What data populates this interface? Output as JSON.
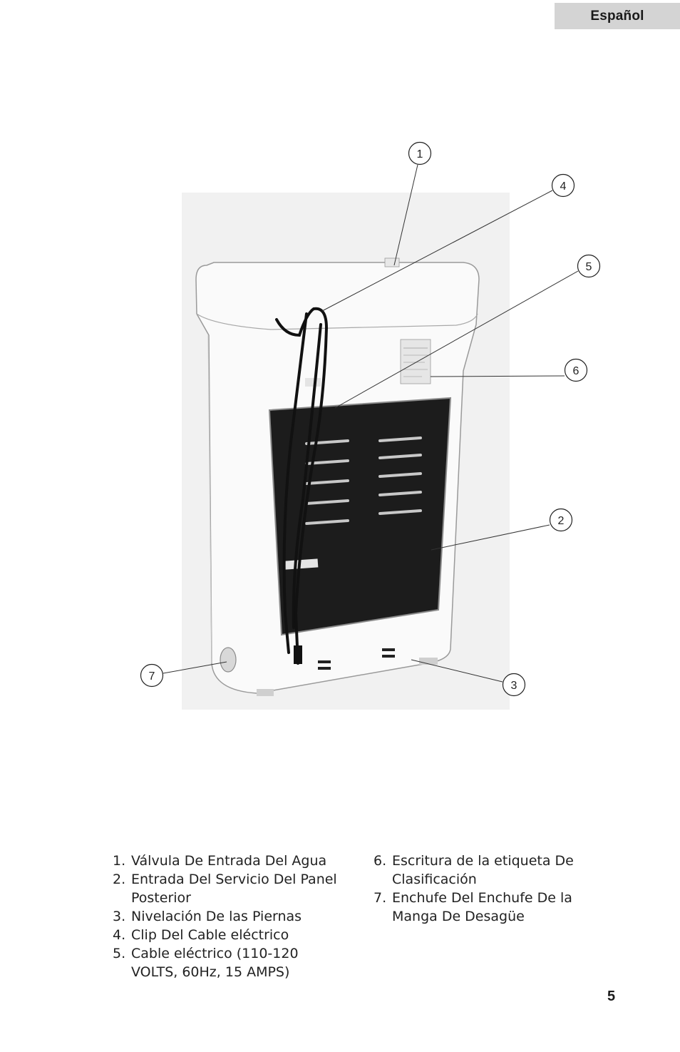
{
  "header": {
    "language_tab": "Español"
  },
  "callouts": [
    "1",
    "4",
    "5",
    "6",
    "2",
    "3",
    "7"
  ],
  "legend": {
    "col1": [
      {
        "num": "1.",
        "text": "Válvula De Entrada Del Agua"
      },
      {
        "num": "2.",
        "text": "Entrada Del Servicio Del Panel Posterior"
      },
      {
        "num": "3.",
        "text": "Nivelación De las Piernas"
      },
      {
        "num": "4.",
        "text": "Clip Del Cable eléctrico"
      },
      {
        "num": "5.",
        "text": "Cable eléctrico (110-120 VOLTS, 60Hz, 15 AMPS)"
      }
    ],
    "col2": [
      {
        "num": "6.",
        "text": "Escritura de la etiqueta De Clasificación"
      },
      {
        "num": "7.",
        "text": "Enchufe Del Enchufe De la Manga De Desagüe"
      }
    ]
  },
  "page_number": "5"
}
